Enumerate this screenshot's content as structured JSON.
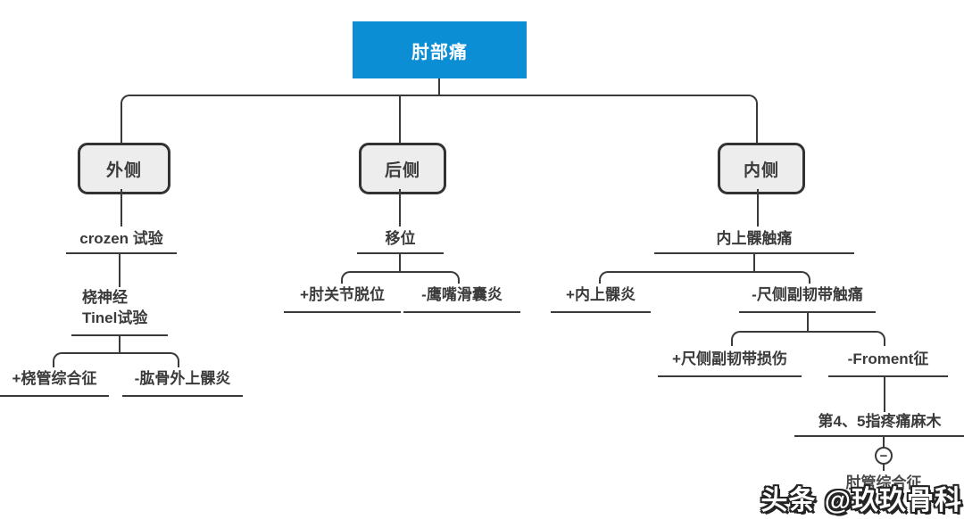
{
  "colors": {
    "accent_blue": "#0c8ed5",
    "branch_box_fill": "#ededed",
    "line": "#3a3a3a",
    "watermark_fill": "#ffffff",
    "watermark_outline": "#242424"
  },
  "root": {
    "label": "肘部痛"
  },
  "lateral": {
    "label": "外侧",
    "test": "crozen 试验",
    "tinel_line1": "桡神经",
    "tinel_line2": "Tinel试验",
    "positive": "+桡管综合征",
    "negative": "-肱骨外上髁炎"
  },
  "posterior": {
    "label": "后侧",
    "test": "移位",
    "positive": "+肘关节脱位",
    "negative": "-鹰嘴滑囊炎"
  },
  "medial": {
    "label": "内侧",
    "test": "内上髁触痛",
    "positive": "+内上髁炎",
    "negative": "-尺侧副韧带触痛",
    "sub_positive": "+尺侧副韧带损伤",
    "sub_negative": "-Froment征",
    "finding": "第4、5指疼痛麻木",
    "minus_sign": "−",
    "result": "肘管综合征"
  },
  "watermark": "头条 @玖玖骨科"
}
